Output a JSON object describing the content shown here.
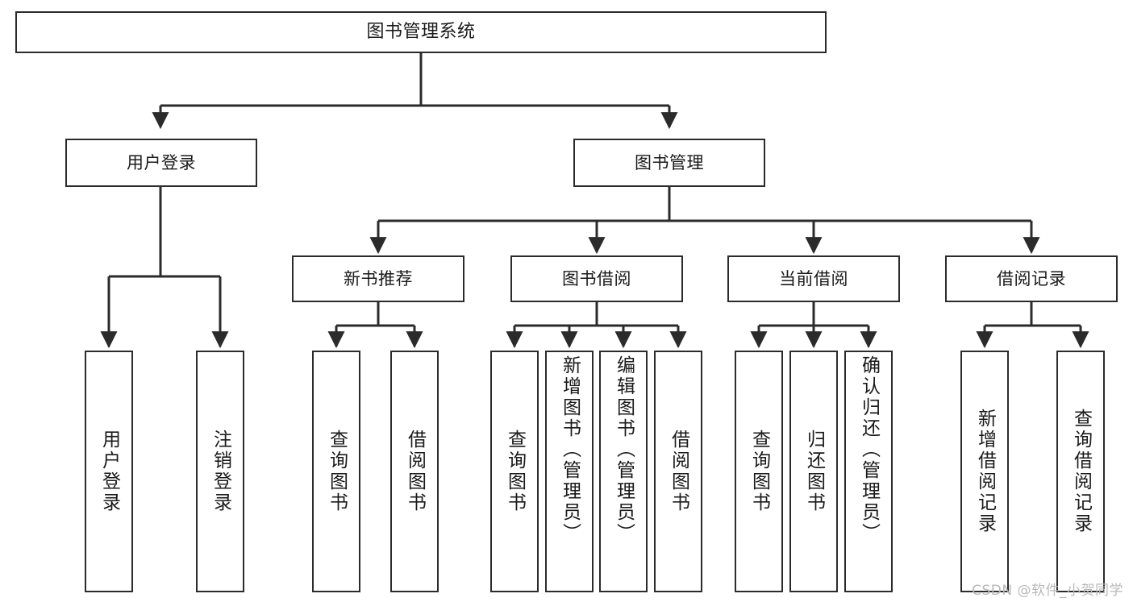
{
  "diagram": {
    "type": "tree",
    "title": "图书管理系统",
    "watermark": "CSDN @软件_小贺同学",
    "colors": {
      "box_border": "#2b2b2b",
      "box_fill": "#ffffff",
      "edge": "#2b2b2b",
      "text": "#1a1a1a",
      "watermark": "#b9b9b9"
    },
    "nodes": {
      "root": {
        "label": "图书管理系统"
      },
      "level2": [
        {
          "id": "user-login",
          "label": "用户登录"
        },
        {
          "id": "book-manage",
          "label": "图书管理"
        }
      ],
      "level3": [
        {
          "id": "new-book-recommend",
          "label": "新书推荐"
        },
        {
          "id": "book-borrow",
          "label": "图书借阅"
        },
        {
          "id": "current-borrow",
          "label": "当前借阅"
        },
        {
          "id": "borrow-record",
          "label": "借阅记录"
        }
      ],
      "leaves": {
        "user_login": [
          {
            "id": "leaf-user-login",
            "label": "用户登录"
          },
          {
            "id": "leaf-logout-login",
            "label": "注销登录"
          }
        ],
        "new_book_recommend": [
          {
            "id": "leaf-query-book-1",
            "label": "查询图书"
          },
          {
            "id": "leaf-borrow-book-1",
            "label": "借阅图书"
          }
        ],
        "book_borrow": [
          {
            "id": "leaf-query-book-2",
            "label": "查询图书"
          },
          {
            "id": "leaf-add-book",
            "label": "新增图书（管理员）"
          },
          {
            "id": "leaf-edit-book",
            "label": "编辑图书（管理员）"
          },
          {
            "id": "leaf-borrow-book-2",
            "label": "借阅图书"
          }
        ],
        "current_borrow": [
          {
            "id": "leaf-query-book-3",
            "label": "查询图书"
          },
          {
            "id": "leaf-return-book",
            "label": "归还图书"
          },
          {
            "id": "leaf-confirm-return",
            "label": "确认归还（管理员）"
          }
        ],
        "borrow_record": [
          {
            "id": "leaf-add-borrow-record",
            "label": "新增借阅记录"
          },
          {
            "id": "leaf-query-borrow-record",
            "label": "查询借阅记录"
          }
        ]
      }
    }
  }
}
